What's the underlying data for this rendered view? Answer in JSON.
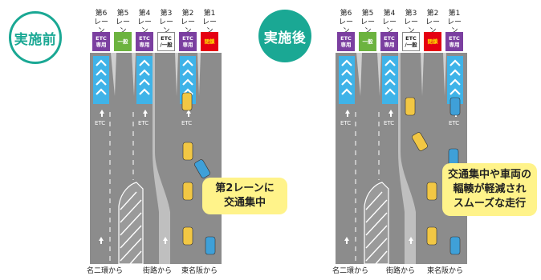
{
  "panels": [
    {
      "badge": "実施前",
      "lane_numbers": [
        "第6\nレーン",
        "第5\nレーン",
        "第4\nレーン",
        "第3\nレーン",
        "第2\nレーン",
        "第1\nレーン"
      ],
      "signs": [
        "ETC\n専用",
        "一般",
        "ETC\n専用",
        "ETC\n/一般",
        "ETC\n専用",
        "閉鎖"
      ],
      "etc_labels": [
        "ETC",
        "ETC",
        "ETC"
      ],
      "callout": "第2レーンに\n交通集中",
      "origins": [
        "名二環から",
        "街路から",
        "東名阪から"
      ]
    },
    {
      "badge": "実施後",
      "lane_numbers": [
        "第6\nレーン",
        "第5\nレーン",
        "第4\nレーン",
        "第3\nレーン",
        "第2\nレーン",
        "第1\nレーン"
      ],
      "signs": [
        "ETC\n専用",
        "一般",
        "ETC\n専用",
        "ETC\n/一般",
        "閉鎖",
        "ETC\n専用"
      ],
      "etc_labels": [
        "ETC",
        "ETC",
        "ETC"
      ],
      "callout": "交通集中や車両の\n輻輳が軽減され\nスムーズな走行",
      "origins": [
        "名二環から",
        "街路から",
        "東名阪から"
      ]
    }
  ]
}
